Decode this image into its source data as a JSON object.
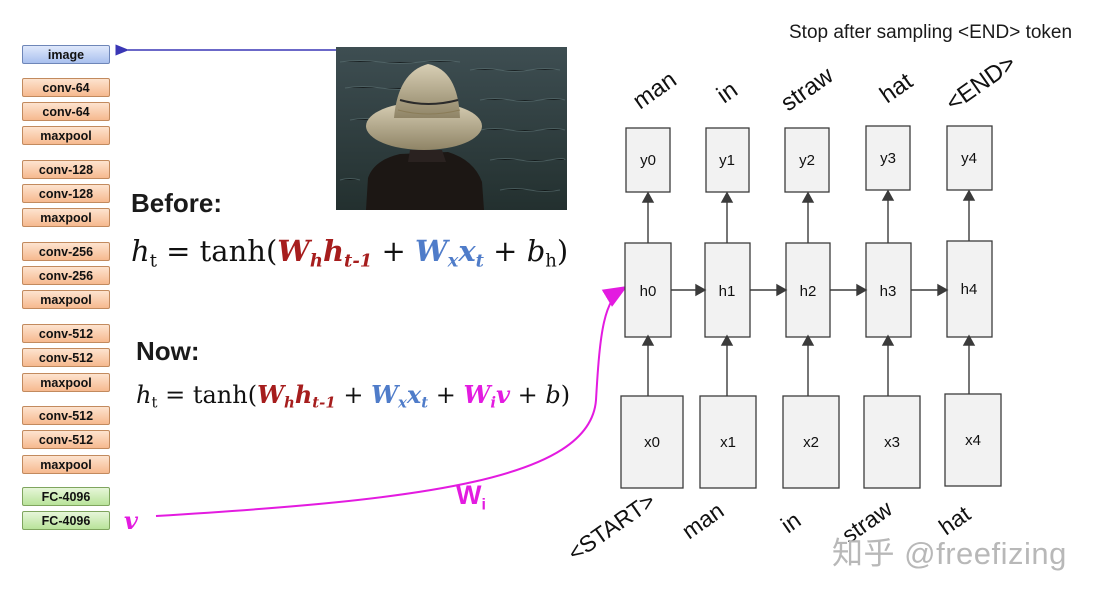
{
  "header": {
    "note": "Stop after sampling <END> token"
  },
  "vgg": {
    "layers": [
      "image",
      "conv-64",
      "conv-64",
      "maxpool",
      "conv-128",
      "conv-128",
      "maxpool",
      "conv-256",
      "conv-256",
      "maxpool",
      "conv-512",
      "conv-512",
      "maxpool",
      "conv-512",
      "conv-512",
      "maxpool",
      "FC-4096",
      "FC-4096"
    ]
  },
  "labels": {
    "before": "Before:",
    "now": "Now:",
    "v": "v",
    "wi_main": "W",
    "wi_sub": "i"
  },
  "rnn": {
    "outputs": [
      "y0",
      "y1",
      "y2",
      "y3",
      "y4"
    ],
    "hidden": [
      "h0",
      "h1",
      "h2",
      "h3",
      "h4"
    ],
    "inputs": [
      "x0",
      "x1",
      "x2",
      "x3",
      "x4"
    ],
    "output_words": [
      "man",
      "in",
      "straw",
      "hat",
      "<END>"
    ],
    "input_words": [
      "<START>",
      "man",
      "in",
      "straw",
      "hat"
    ]
  },
  "watermark": "知乎 @freefizing",
  "colors": {
    "red": "#a61d1d",
    "blue": "#4f7cc9",
    "magenta": "#e31be0",
    "arrow": "#3b3b3b",
    "image_arrow": "#3a37b5"
  }
}
